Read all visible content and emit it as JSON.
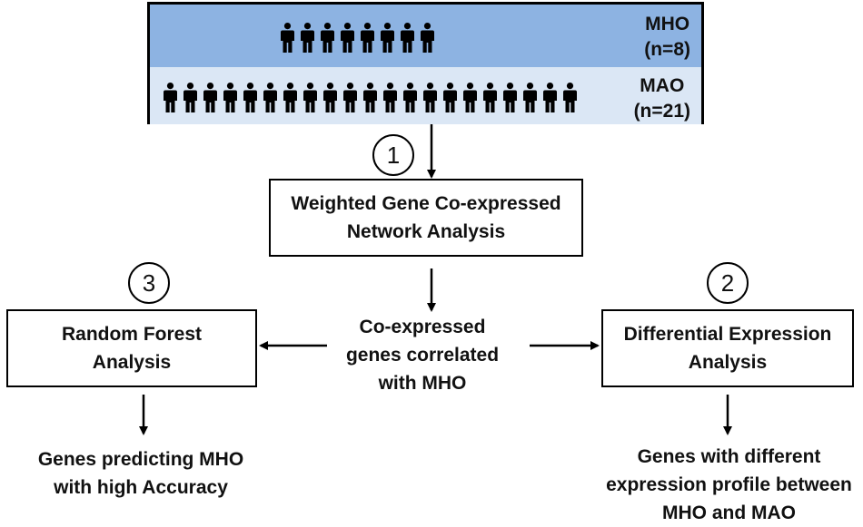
{
  "cohort": {
    "mho": {
      "label": "MHO",
      "n": "(n=8)",
      "count": 8,
      "band_color": "#8db3e2"
    },
    "mao": {
      "label": "MAO",
      "n": "(n=21)",
      "count": 21,
      "band_color": "#dbe7f5"
    }
  },
  "steps": {
    "step1": "1",
    "step2": "2",
    "step3": "3"
  },
  "boxes": {
    "wgcna": "Weighted Gene Co-expressed\nNetwork Analysis",
    "random_forest": "Random Forest\nAnalysis",
    "differential_expression": "Differential Expression\nAnalysis"
  },
  "texts": {
    "coexpressed": "Co-expressed\ngenes correlated\nwith MHO",
    "rf_output": "Genes predicting MHO\nwith high Accuracy",
    "de_output": "Genes with different\nexpression profile between\nMHO and MAO"
  },
  "icons": {
    "person": "person-icon",
    "arrow": "arrow-icon"
  }
}
